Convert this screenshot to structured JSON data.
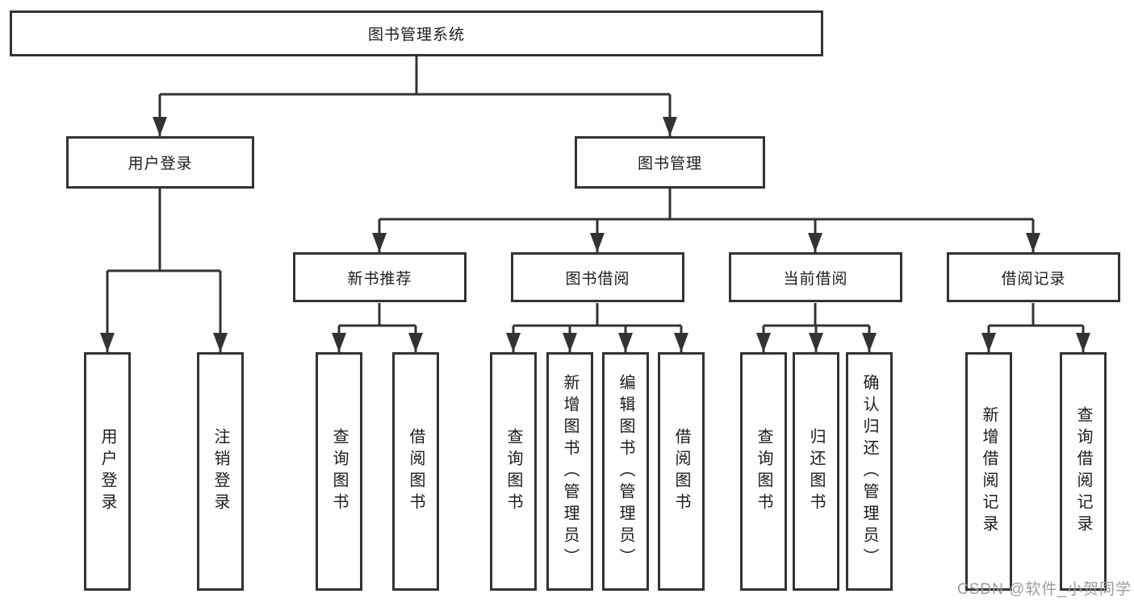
{
  "diagram": {
    "root": {
      "label": "图书管理系统"
    },
    "level2": [
      {
        "label": "用户登录"
      },
      {
        "label": "图书管理"
      }
    ],
    "level3": [
      {
        "label": "新书推荐"
      },
      {
        "label": "图书借阅"
      },
      {
        "label": "当前借阅"
      },
      {
        "label": "借阅记录"
      }
    ],
    "leaves": {
      "user": [
        {
          "label": "用户登录"
        },
        {
          "label": "注销登录"
        }
      ],
      "newbook": [
        {
          "label": "查询图书"
        },
        {
          "label": "借阅图书"
        }
      ],
      "borrow": [
        {
          "label": "查询图书"
        },
        {
          "label": "新增图书（管理员）"
        },
        {
          "label": "编辑图书（管理员）"
        },
        {
          "label": "借阅图书"
        }
      ],
      "current": [
        {
          "label": "查询图书"
        },
        {
          "label": "归还图书"
        },
        {
          "label": "确认归还（管理员）"
        }
      ],
      "records": [
        {
          "label": "新增借阅记录"
        },
        {
          "label": "查询借阅记录"
        }
      ]
    },
    "colors": {
      "line": "#333333",
      "box_border": "#333333",
      "box_background": "#ffffff",
      "text": "#1c1c1c",
      "watermark": "#9c9ca0"
    }
  },
  "watermark": {
    "text": "CSDN @软件_小贺同学"
  }
}
